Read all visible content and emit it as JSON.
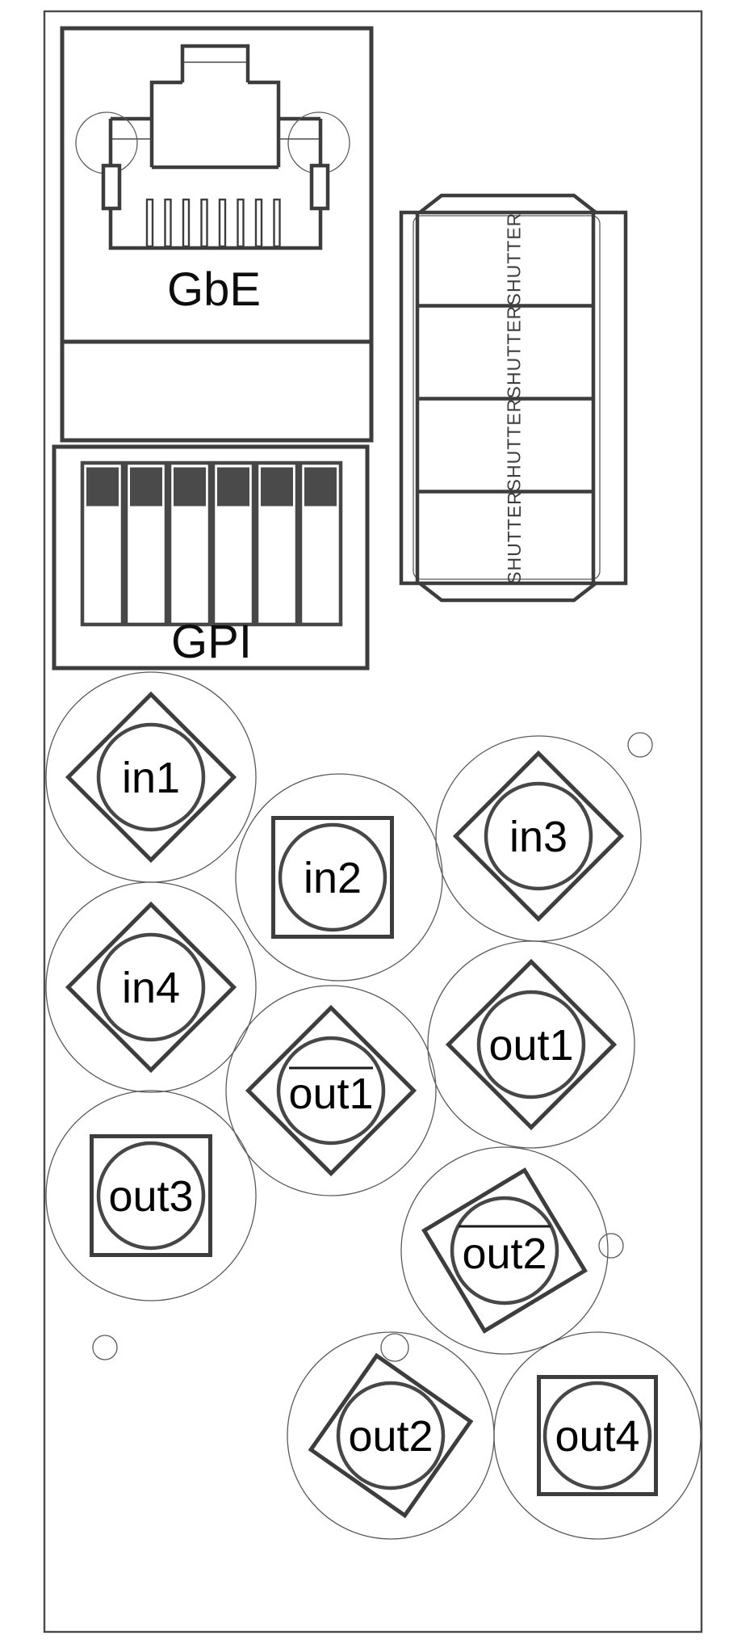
{
  "drawing": {
    "type": "rear-panel line drawing",
    "colors": {
      "background": "#ffffff",
      "line_dark": "#3d3d3d",
      "line_thin": "#5a5a5a",
      "text": "#000000",
      "gpi_pin_fill": "#4a4a4a"
    }
  },
  "gbe": {
    "label": "GbE",
    "connector": "rj45-jack"
  },
  "gpi": {
    "label": "GPI",
    "pin_count": 6
  },
  "shutter": {
    "labels": [
      "SHUTTER",
      "SHUTTER",
      "SHUTTER",
      "SHUTTER"
    ]
  },
  "connectors": [
    {
      "id": "in1",
      "label": "in1",
      "shape": "diamond",
      "overline": false
    },
    {
      "id": "in2",
      "label": "in2",
      "shape": "square",
      "overline": false
    },
    {
      "id": "in3",
      "label": "in3",
      "shape": "diamond",
      "overline": false
    },
    {
      "id": "in4",
      "label": "in4",
      "shape": "diamond",
      "overline": false
    },
    {
      "id": "out1-center",
      "label": "out1",
      "shape": "diamond",
      "overline": true
    },
    {
      "id": "out1-right",
      "label": "out1",
      "shape": "diamond",
      "overline": false
    },
    {
      "id": "out3",
      "label": "out3",
      "shape": "square",
      "overline": false
    },
    {
      "id": "out2-right",
      "label": "out2",
      "shape": "square-tilted",
      "overline": true
    },
    {
      "id": "out2-bottom",
      "label": "out2",
      "shape": "square-tilted",
      "overline": false
    },
    {
      "id": "out4",
      "label": "out4",
      "shape": "square",
      "overline": false
    }
  ]
}
